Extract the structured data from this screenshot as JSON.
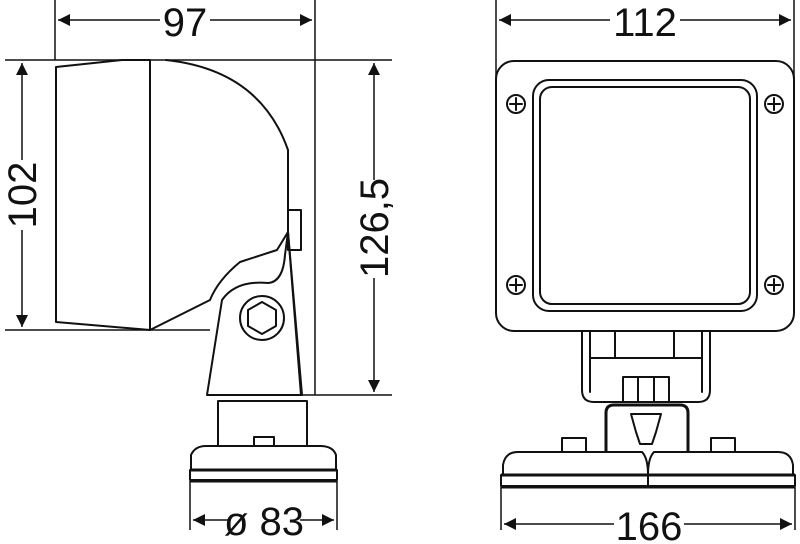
{
  "drawing": {
    "subject": "work lamp dimension drawing",
    "line_color": "#111111",
    "background": "#ffffff"
  },
  "side_view": {
    "dimensions": {
      "depth": "97",
      "lamp_height": "102",
      "total_height": "126,5",
      "base_diameter": "ø 83"
    }
  },
  "front_view": {
    "dimensions": {
      "width": "112",
      "base_width": "166"
    }
  }
}
